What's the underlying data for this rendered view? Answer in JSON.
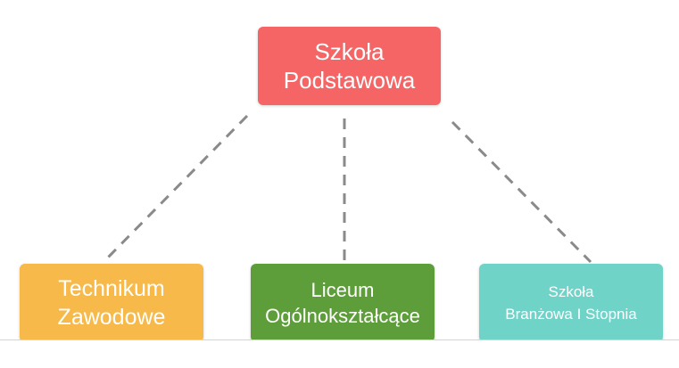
{
  "diagram": {
    "root": {
      "lines": [
        "Szkoła",
        "Podstawowa"
      ],
      "color": "#f56565"
    },
    "children": [
      {
        "lines": [
          "Technikum",
          "Zawodowe"
        ],
        "color": "#f6b94a"
      },
      {
        "lines": [
          "Liceum",
          "Ogólnokształcące"
        ],
        "color": "#5e9e3a"
      },
      {
        "lines": [
          "Szkoła",
          "Branżowa I Stopnia"
        ],
        "color": "#6fd3c8"
      }
    ],
    "connector_color": "#8a8a8a"
  }
}
